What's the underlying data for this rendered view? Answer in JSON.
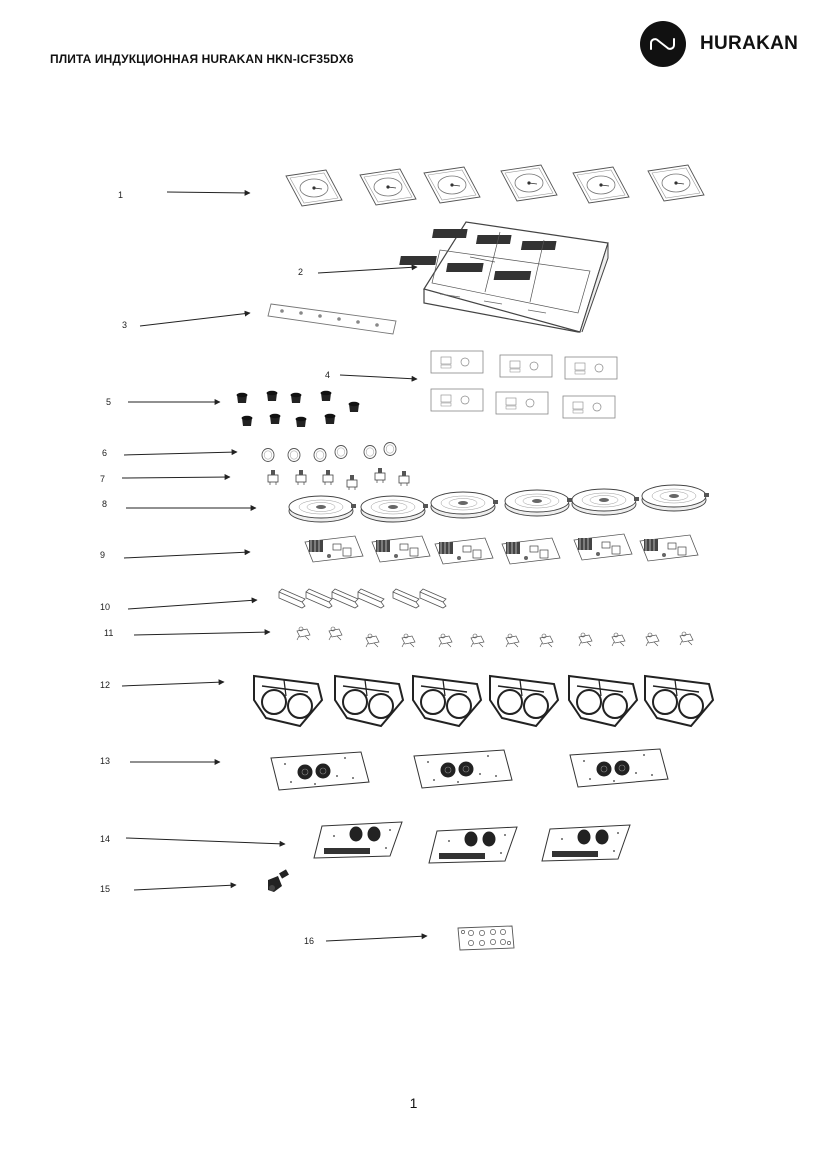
{
  "header": {
    "title": "ПЛИТА ИНДУКЦИОННАЯ HURAKAN HKN-ICF35DX6",
    "brand_name": "HURAKAN",
    "brand_icon": "hurakan-logo-icon"
  },
  "callouts": [
    "1",
    "2",
    "3",
    "4",
    "5",
    "6",
    "7",
    "8",
    "9",
    "10",
    "11",
    "12",
    "13",
    "14",
    "15",
    "16"
  ],
  "footer": {
    "page_number": "1"
  }
}
